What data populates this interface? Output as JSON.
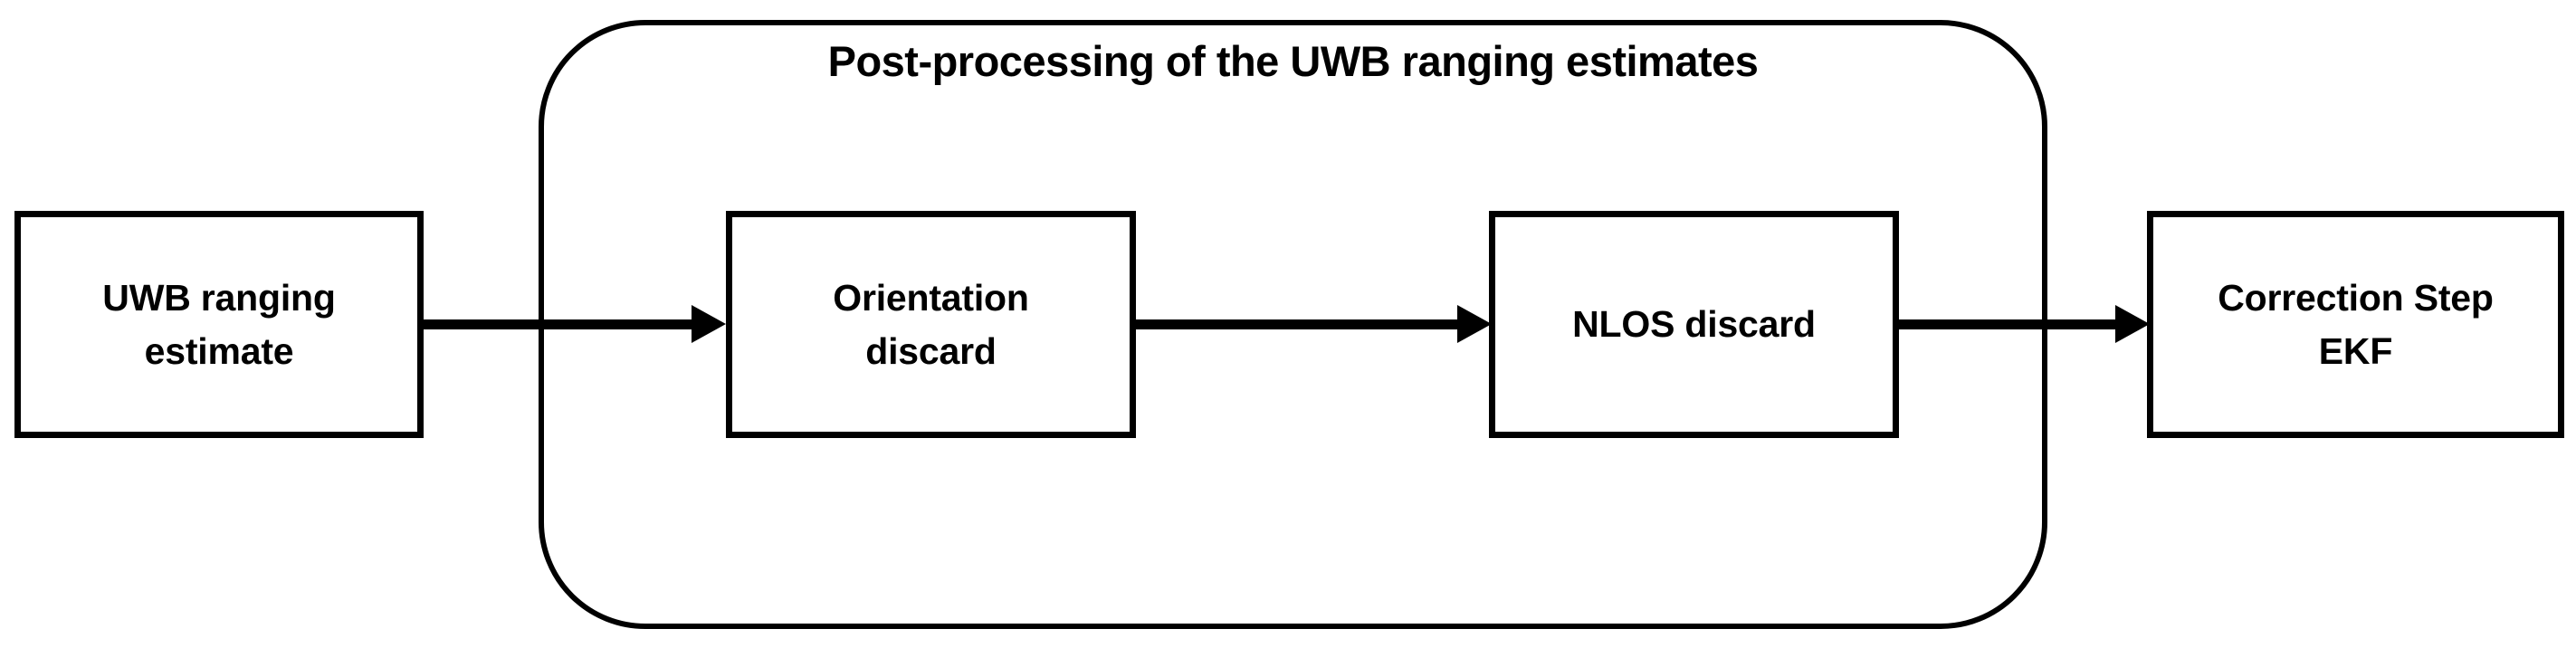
{
  "diagram": {
    "type": "flowchart",
    "orientation": "left-to-right",
    "background_color": "#ffffff",
    "stroke_color": "#000000",
    "group": {
      "title": "Post-processing of the UWB ranging estimates",
      "shape": "rounded-rectangle",
      "contains": [
        "Orientation discard",
        "NLOS discard"
      ]
    },
    "nodes": [
      {
        "id": "uwb-ranging-estimate",
        "label": "UWB ranging\nestimate",
        "shape": "rectangle",
        "inside_group": false
      },
      {
        "id": "orientation-discard",
        "label": "Orientation\ndiscard",
        "shape": "rectangle",
        "inside_group": true
      },
      {
        "id": "nlos-discard",
        "label": "NLOS discard",
        "shape": "rectangle",
        "inside_group": true
      },
      {
        "id": "correction-step-ekf",
        "label": "Correction Step\nEKF",
        "shape": "rectangle",
        "inside_group": false
      }
    ],
    "edges": [
      {
        "id": "edge-1",
        "from": "uwb-ranging-estimate",
        "to": "orientation-discard",
        "style": "solid-arrow"
      },
      {
        "id": "edge-2",
        "from": "orientation-discard",
        "to": "nlos-discard",
        "style": "solid-arrow"
      },
      {
        "id": "edge-3",
        "from": "nlos-discard",
        "to": "correction-step-ekf",
        "style": "solid-arrow"
      }
    ]
  }
}
